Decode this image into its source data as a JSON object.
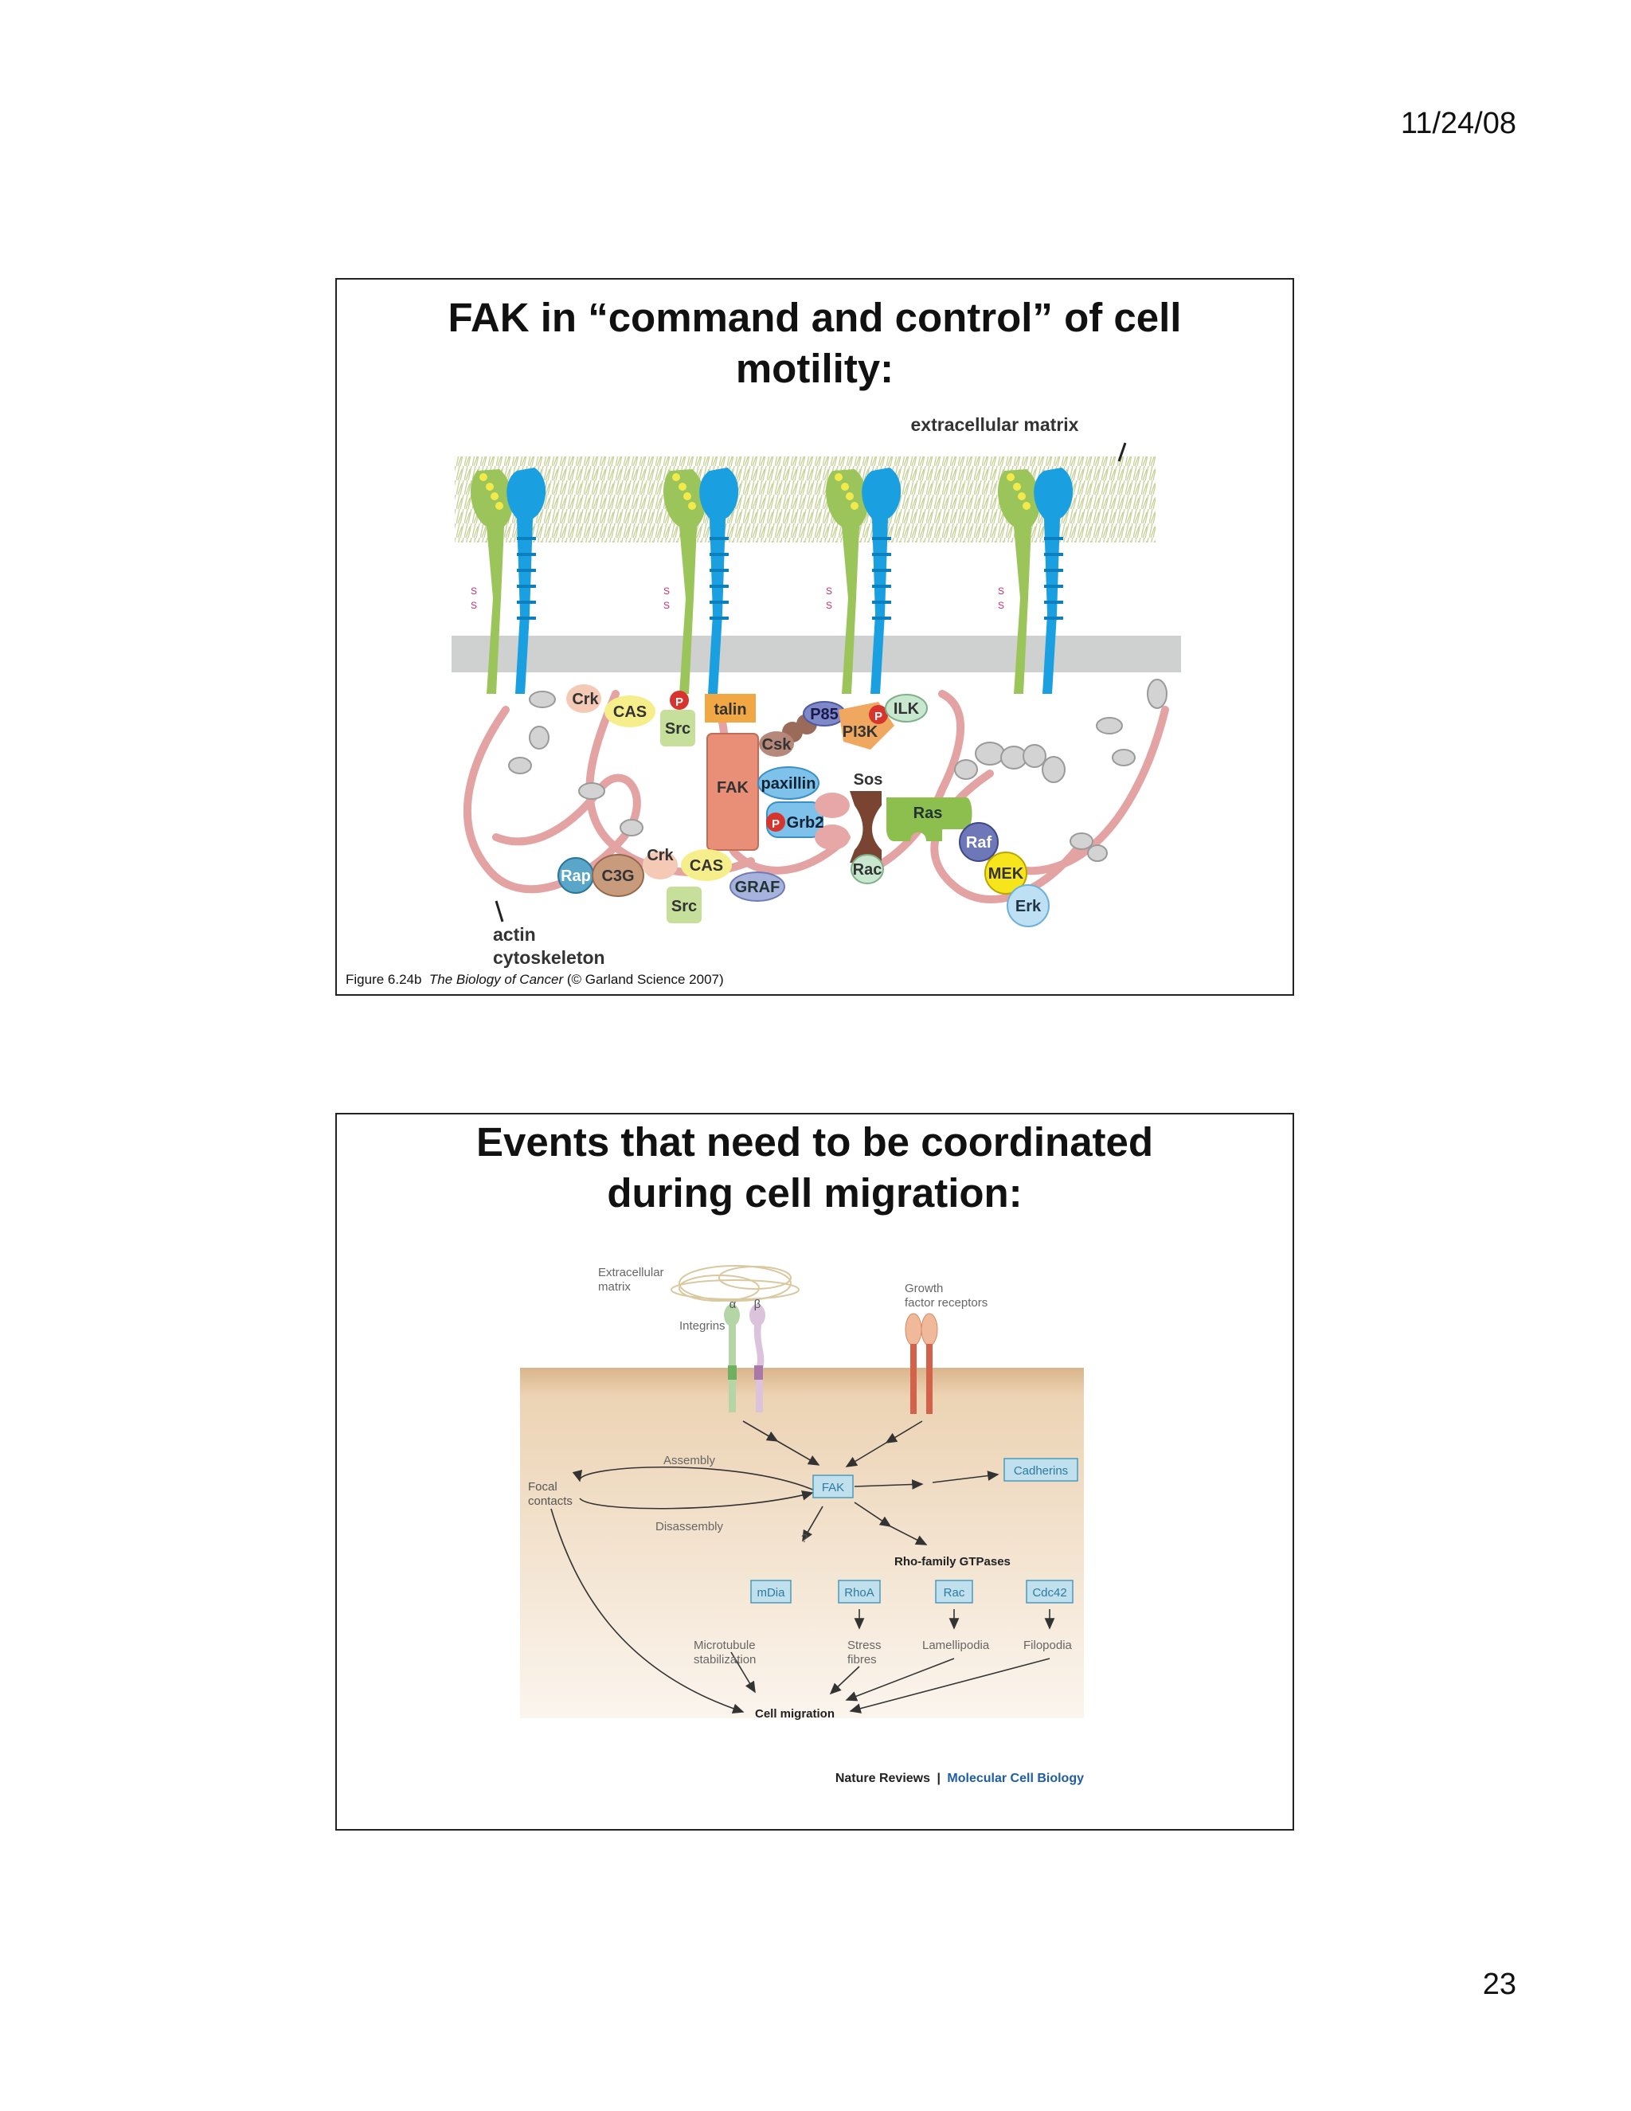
{
  "header": {
    "date": "11/24/08"
  },
  "page_number": "23",
  "slide1": {
    "title": "FAK in “command and control” of cell motility:",
    "diagram": {
      "labels": {
        "ecm": "extracellular matrix",
        "actin": "actin",
        "cytoskeleton": "cytoskeleton",
        "phospho": "P",
        "disulfide": "S"
      },
      "proteins": {
        "crk": "Crk",
        "cas": "CAS",
        "src": "Src",
        "talin": "talin",
        "p85": "P85",
        "ilk": "ILK",
        "pi3k": "PI3K",
        "csk": "Csk",
        "fak": "FAK",
        "paxillin": "paxillin",
        "sos": "Sos",
        "grb2": "Grb2",
        "ras": "Ras",
        "raf": "Raf",
        "mek": "MEK",
        "erk": "Erk",
        "rac": "Rac",
        "rap": "Rap",
        "c3g": "C3G",
        "graf": "GRAF"
      },
      "colors": {
        "alpha_integrin": "#9bc55a",
        "beta_integrin": "#1a9fe0",
        "membrane": "#cfd0d0",
        "actin": "#e3a3a3"
      }
    },
    "caption": {
      "prefix": "Figure 6.24b",
      "book": "The Biology of Cancer",
      "suffix": "(© Garland Science 2007)"
    }
  },
  "slide2": {
    "title": "Events that need to be coordinated during cell migration:",
    "diagram": {
      "ecm": "Extracellular matrix",
      "integrins": "Integrins",
      "alpha": "α",
      "beta": "β",
      "gfr": "Growth factor receptors",
      "fak": "FAK",
      "cadherins": "Cadherins",
      "focal": "Focal contacts",
      "assembly": "Assembly",
      "disassembly": "Disassembly",
      "question": "?",
      "rho_family": "Rho-family GTPases",
      "mdia": "mDia",
      "rhoa": "RhoA",
      "rac": "Rac",
      "cdc42": "Cdc42",
      "microtubule": "Microtubule stabilization",
      "stress": "Stress fibres",
      "lamellipodia": "Lamellipodia",
      "filopodia": "Filopodia",
      "migration": "Cell migration",
      "colors": {
        "node_fill": "#bfe0ec",
        "node_stroke": "#4a9bbd",
        "cytoplasm": "#f1dcc3"
      }
    },
    "credit": {
      "journal": "Nature Reviews",
      "sep": "|",
      "title": "Molecular Cell Biology"
    }
  }
}
